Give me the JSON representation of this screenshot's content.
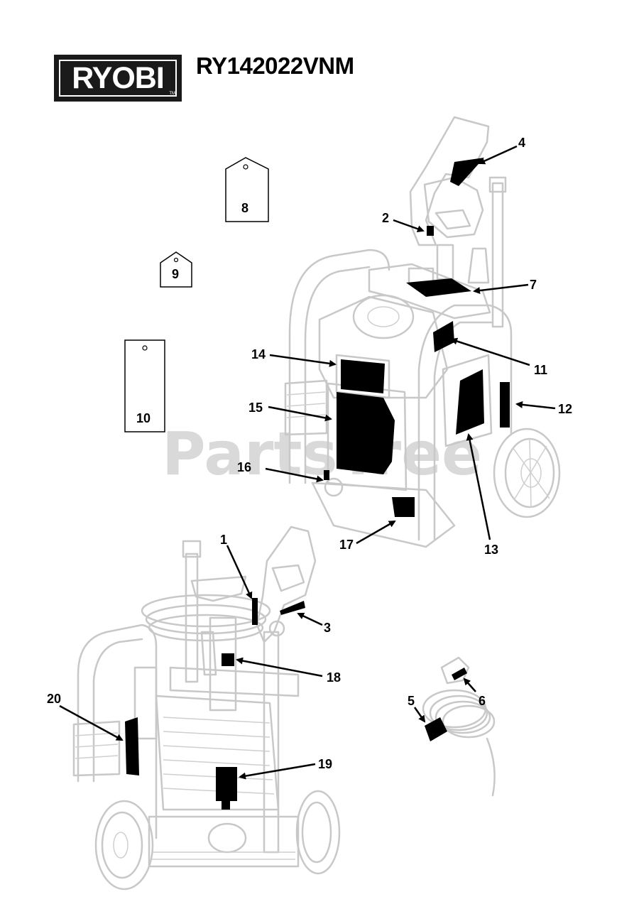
{
  "header": {
    "brand": "RYOBI",
    "brand_tm": "TM",
    "model": "RY142022VNM"
  },
  "watermark": "PartsTree",
  "tags": {
    "tag_8": "8",
    "tag_9": "9",
    "tag_10": "10"
  },
  "callouts": {
    "c1": "1",
    "c2": "2",
    "c3": "3",
    "c4": "4",
    "c5": "5",
    "c6": "6",
    "c7": "7",
    "c11": "11",
    "c12": "12",
    "c13": "13",
    "c14": "14",
    "c15": "15",
    "c16": "16",
    "c17": "17",
    "c18": "18",
    "c19": "19",
    "c20": "20"
  },
  "colors": {
    "logo_bg": "#1a1a1a",
    "outline": "#c8c8c8",
    "label_fill": "#000000",
    "watermark": "#d9d9d9"
  }
}
